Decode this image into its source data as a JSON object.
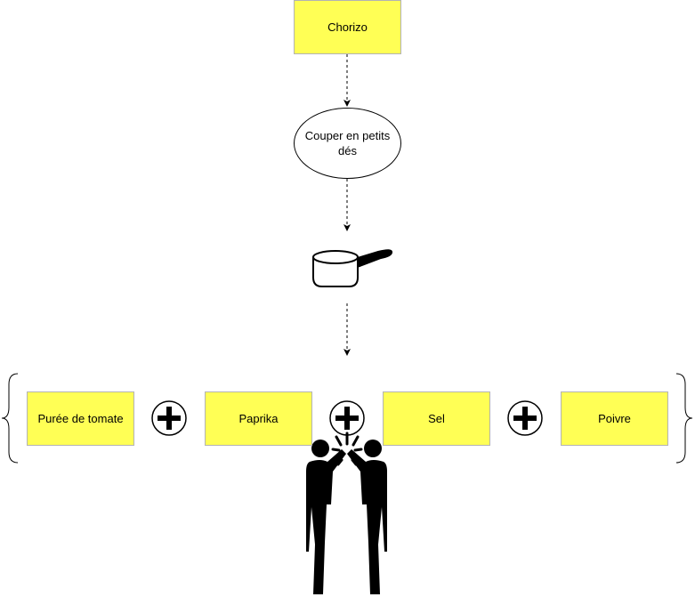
{
  "nodes": {
    "chorizo": "Chorizo",
    "cut": "Couper en petits dés",
    "ingredients": [
      "Purée de tomate",
      "Paprika",
      "Sel",
      "Poivre"
    ]
  },
  "icons": {
    "pan": "saucepan-icon",
    "plus": "plus-circle-icon",
    "celebration": "high-five-icon"
  },
  "colors": {
    "box_fill": "#ffff55",
    "box_border": "#b3b3b3",
    "line": "#000000"
  }
}
